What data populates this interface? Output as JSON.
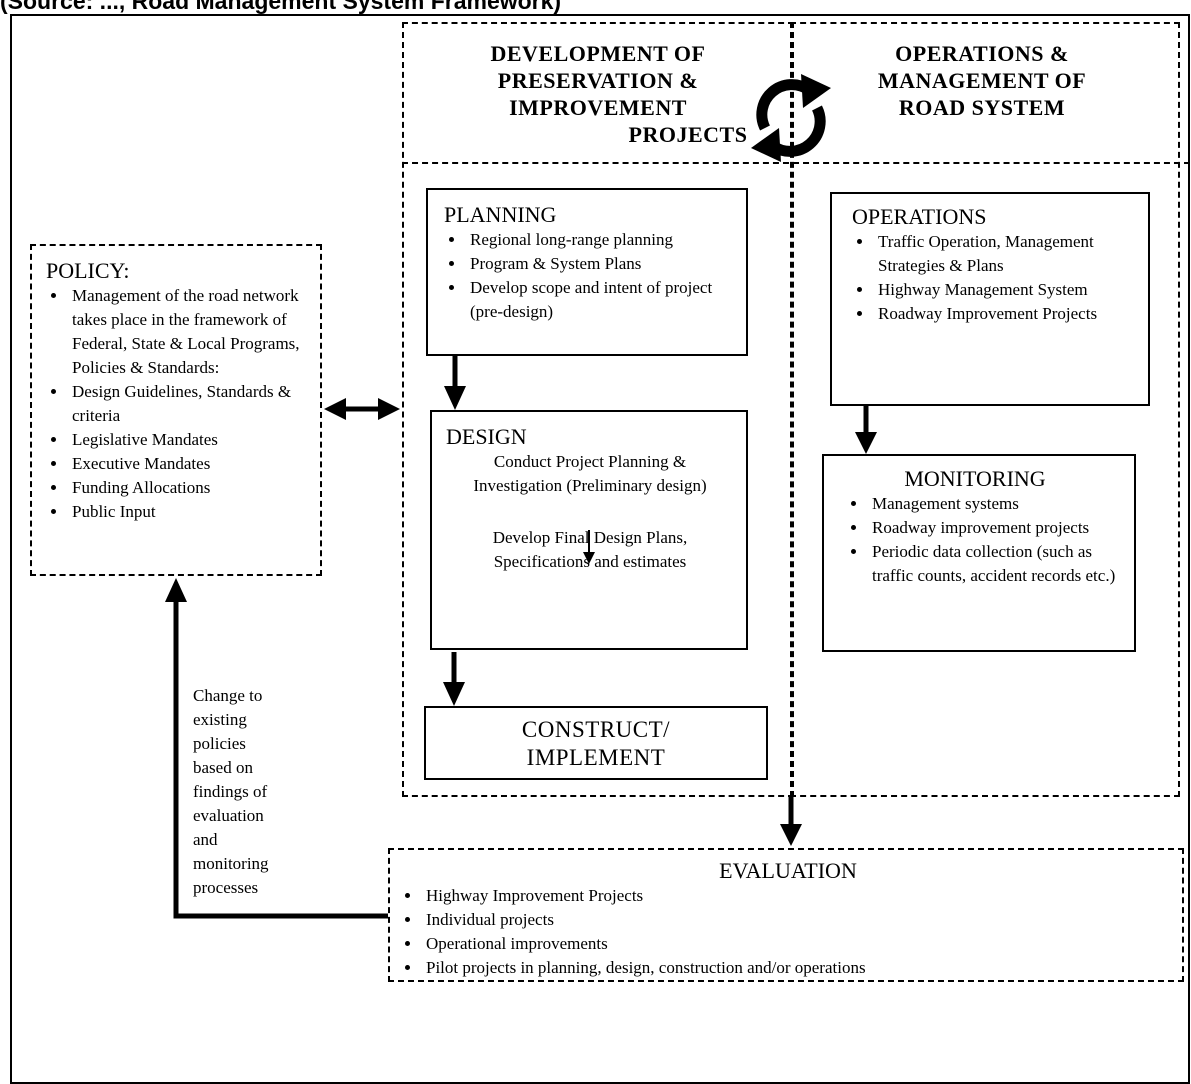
{
  "top_cut_text": "(Source: ..., Road Management System Framework)",
  "headers": {
    "development": [
      "DEVELOPMENT OF",
      "PRESERVATION  &",
      "IMPROVEMENT",
      "PROJECTS"
    ],
    "operations": [
      "OPERATIONS &",
      "MANAGEMENT  OF",
      "ROAD SYSTEM"
    ]
  },
  "policy": {
    "title": "POLICY:",
    "items": [
      " Management of the road network takes place in the framework of Federal, State & Local Programs, Policies & Standards:",
      "Design  Guidelines, Standards & criteria",
      "Legislative Mandates",
      "Executive Mandates",
      "Funding Allocations",
      "Public Input"
    ]
  },
  "planning": {
    "title": "PLANNING",
    "items": [
      "Regional long-range planning",
      "Program & System Plans",
      "Develop scope and intent of project (pre-design)"
    ]
  },
  "design": {
    "title": "DESIGN",
    "step1": "Conduct Project Planning & Investigation (Preliminary design)",
    "step2": "Develop Final Design Plans, Specifications and estimates"
  },
  "construct": {
    "line1": "CONSTRUCT/",
    "line2": "IMPLEMENT"
  },
  "operations": {
    "title": "OPERATIONS",
    "items": [
      "Traffic Operation, Management Strategies & Plans",
      "Highway Management System",
      "Roadway Improvement Projects"
    ]
  },
  "monitoring": {
    "title": "MONITORING",
    "items": [
      "Management systems",
      "Roadway improvement projects",
      "Periodic data collection (such as traffic counts, accident records etc.)"
    ]
  },
  "evaluation": {
    "title": "EVALUATION",
    "items": [
      "Highway Improvement Projects",
      "Individual projects",
      "Operational improvements",
      "Pilot projects in planning, design, construction and/or operations"
    ]
  },
  "feedback_note": [
    "Change to",
    "existing",
    "policies",
    "based on",
    "findings of",
    "evaluation",
    "and",
    "monitoring",
    "processes"
  ]
}
